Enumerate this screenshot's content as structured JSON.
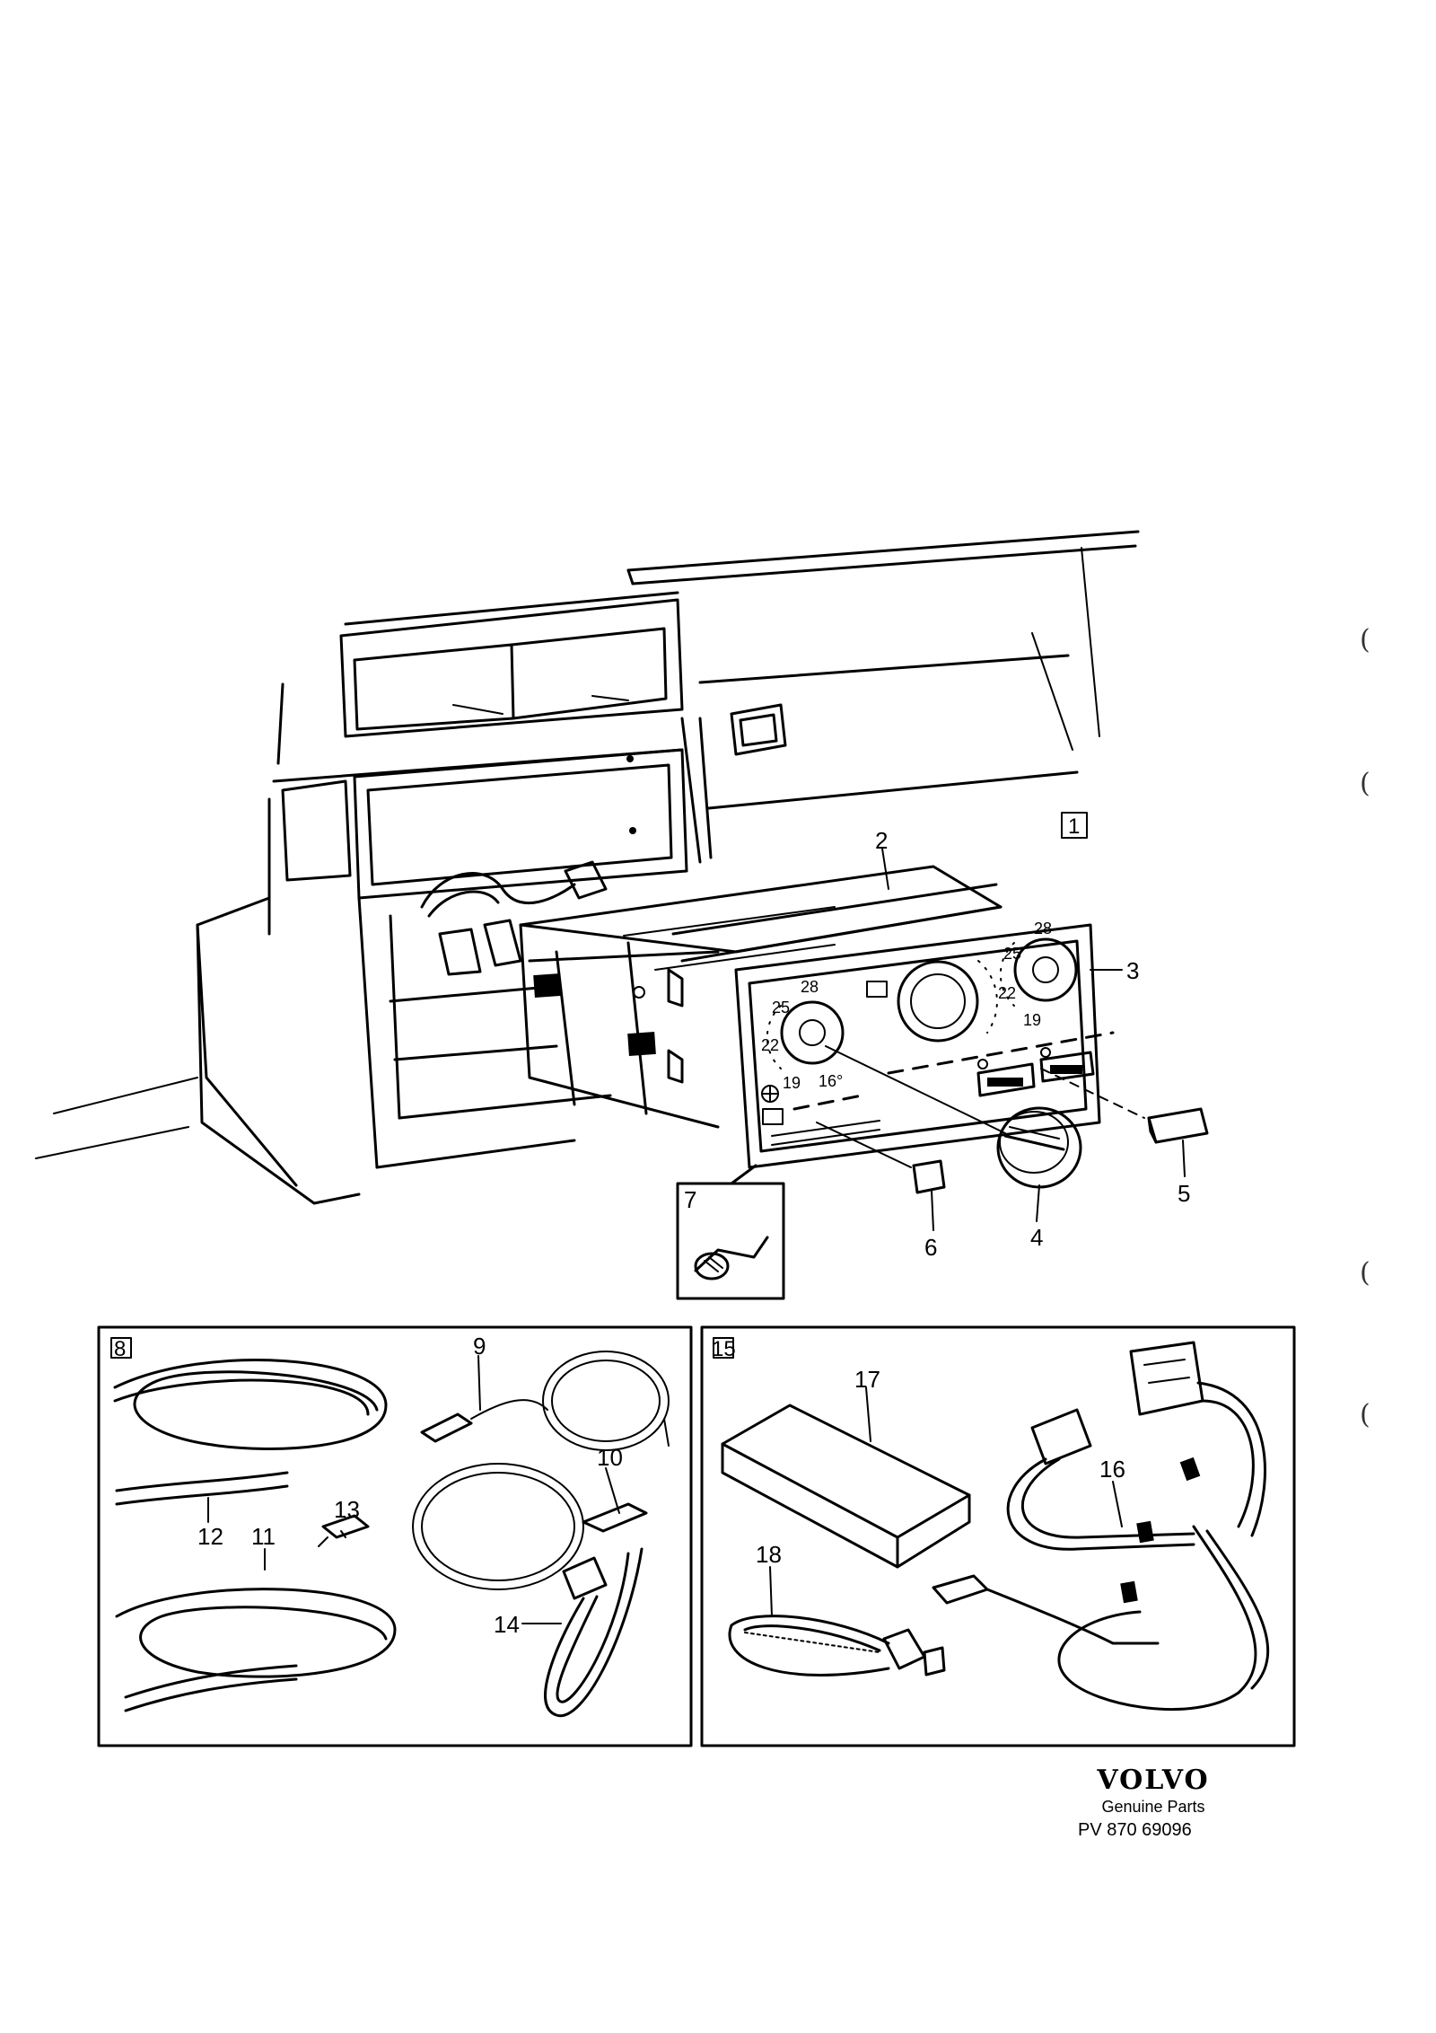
{
  "callouts": {
    "c1": "1",
    "c2": "2",
    "c3": "3",
    "c4": "4",
    "c5": "5",
    "c6": "6",
    "c7": "7",
    "c8": "8",
    "c9": "9",
    "c10": "10",
    "c11": "11",
    "c12": "12",
    "c13": "13",
    "c14": "14",
    "c15": "15",
    "c16": "16",
    "c17": "17",
    "c18": "18"
  },
  "dial_left": {
    "t28": "28",
    "t25": "25",
    "t22": "22",
    "t19": "19",
    "t16": "16°"
  },
  "dial_right": {
    "t28": "28",
    "t25": "25",
    "t22": "22",
    "t19": "19"
  },
  "brand": {
    "logo": "VOLVO",
    "subtitle": "Genuine Parts",
    "code": "PV 870 69096"
  }
}
